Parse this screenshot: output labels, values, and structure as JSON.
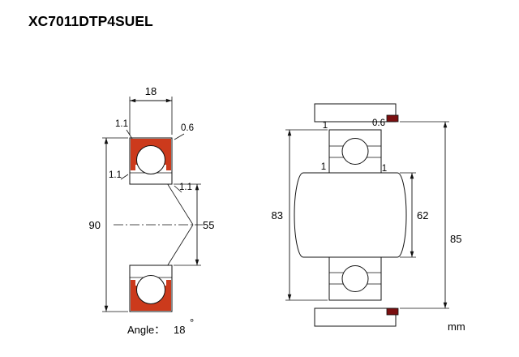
{
  "title": "XC7011DTP4SUEL",
  "unit": "mm",
  "colors": {
    "seal_red": "#cc3a1c",
    "housing_gray": "#b6b6b6",
    "maroon": "#7a0f10"
  },
  "front_view": {
    "width": "18",
    "outer_diameter": "90",
    "bore_diameter": "55",
    "chamfer_outer_left": "1.1",
    "chamfer_outer_right": "0.6",
    "chamfer_side": "1.1",
    "chamfer_inner": "1.1",
    "angle_prefix": "Angle：",
    "angle_value": "18",
    "angle_degree": "°"
  },
  "mounted_view": {
    "housing_fillet": "1",
    "housing_chamfer": "0.6",
    "shaft_fillet_left": "1",
    "shaft_fillet_right": "1",
    "housing_shoulder_diameter": "83",
    "shaft_shoulder_diameter": "62",
    "seal_land_diameter": "85"
  }
}
